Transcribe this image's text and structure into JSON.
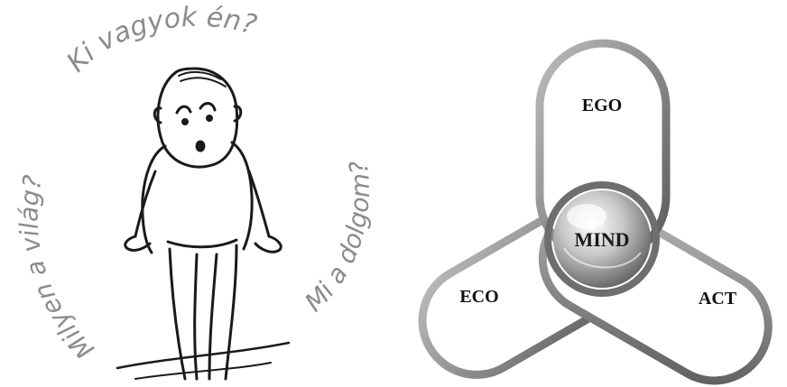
{
  "left_panel": {
    "top_question": "Ki vagyok én?",
    "left_question": "Milyen a világ?",
    "right_question": "Mi a dolgom?"
  },
  "right_panel": {
    "lobes": {
      "top": "EGO",
      "left": "ECO",
      "right": "ACT"
    },
    "center": "MIND"
  },
  "colors": {
    "question_text": "#8c8c8c",
    "lobe_outline": "#7a7a7a",
    "lobe_fill": "#ffffff",
    "sphere_light": "#f2f2f2",
    "sphere_dark": "#6f6f6f",
    "line_art": "#1a1a1a"
  },
  "icons": {
    "figure": "confused-person-illustration",
    "center": "glass-sphere"
  }
}
